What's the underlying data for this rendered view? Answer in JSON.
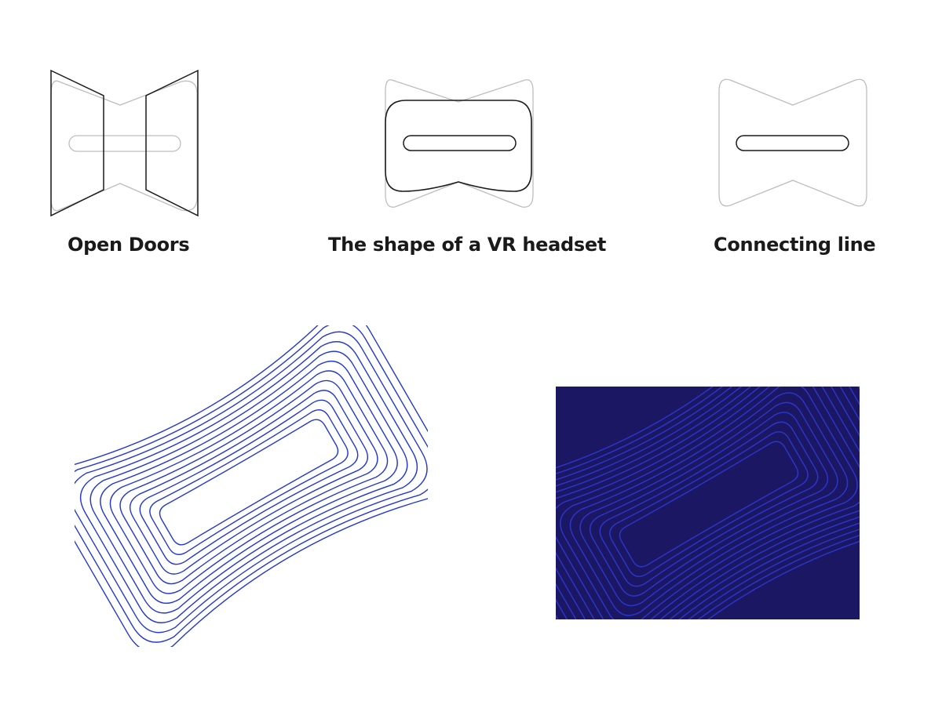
{
  "captions": {
    "open_doors": "Open Doors",
    "headset_shape": "The shape of a VR headset",
    "connecting_line": "Connecting line"
  },
  "colors": {
    "outline_black": "#1a1a1a",
    "outline_grey": "#bdbdbd",
    "contour_blue": "#2438d0",
    "panel_navy": "#1b1763",
    "panel_lines": "#2a35c8"
  }
}
